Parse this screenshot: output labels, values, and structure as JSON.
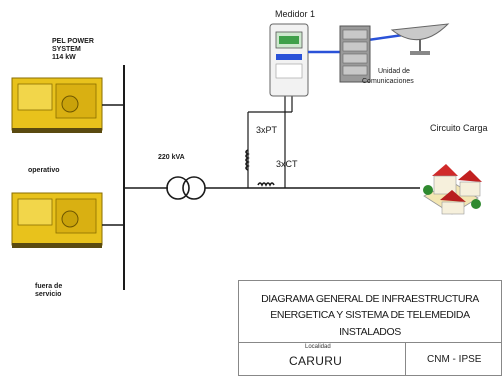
{
  "power_system": {
    "title_line1": "PEL POWER",
    "title_line2": "SYSTEM",
    "title_line3": "114 kW"
  },
  "generators": [
    {
      "status": "operativo"
    },
    {
      "status_line1": "fuera de",
      "status_line2": "servicio"
    }
  ],
  "bus": {
    "voltage": "220 kVA"
  },
  "meter": {
    "label": "Medidor 1"
  },
  "comm_unit": {
    "label_line1": "Unidad de",
    "label_line2": "Comunicaciones"
  },
  "pt": {
    "label": "3xPT"
  },
  "ct": {
    "label": "3xCT"
  },
  "load": {
    "label": "Circuito Carga"
  },
  "title_block": {
    "title_line1": "DIAGRAMA GENERAL DE INFRAESTRUCTURA",
    "title_line2": "ENERGETICA Y SISTEMA DE TELEMEDIDA INSTALADOS",
    "locality_label": "Localidad",
    "locality": "CARURU",
    "organization": "CNM - IPSE"
  },
  "colors": {
    "line": "#1a1a1a",
    "generator_yellow": "#e8c21c",
    "data_link": "#2a52d8",
    "cloud_bg": "#ffffff"
  }
}
